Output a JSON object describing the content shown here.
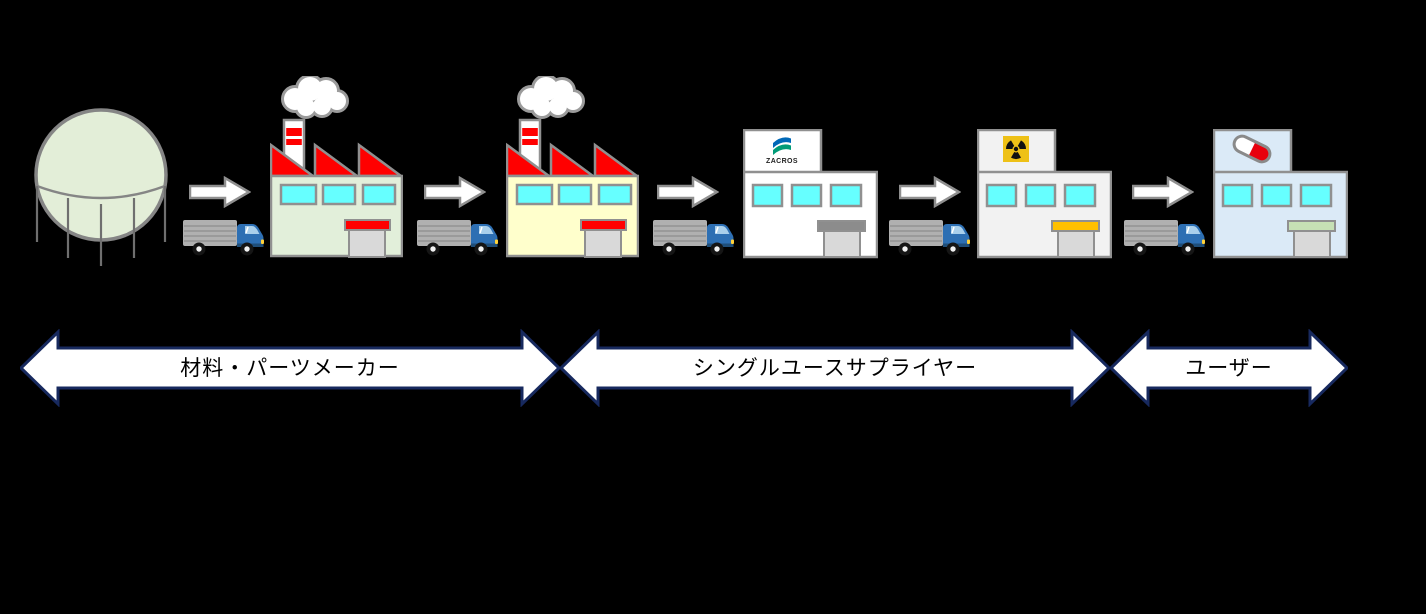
{
  "nodes": [
    {
      "id": "raw-material-tank",
      "icon": "spherical-tank-icon",
      "body_color": "#e3eed8"
    },
    {
      "id": "material-factory",
      "icon": "factory-icon",
      "body_color": "#e2efda"
    },
    {
      "id": "parts-factory",
      "icon": "factory-icon",
      "body_color": "#ffffcc"
    },
    {
      "id": "zacros-plant",
      "icon": "zacros-building-icon",
      "logo_text": "ZACROS",
      "logo_blue": "#0068b7",
      "logo_green": "#009b77",
      "body_color": "#ffffff",
      "awning_color": "#8c8c8c"
    },
    {
      "id": "sterilization-plant",
      "icon": "radiation-building-icon",
      "body_color": "#f2f2f2",
      "awning_color": "#ffc000",
      "symbol_bg": "#eec117"
    },
    {
      "id": "user-facility",
      "icon": "capsule-building-icon",
      "body_color": "#dbeaf7",
      "awning_color": "#c6e0b4"
    }
  ],
  "connectors": {
    "arrow_icon": "flow-arrow-icon",
    "truck_icon": "delivery-truck-icon",
    "count": 5
  },
  "spans": [
    {
      "label": "材料・パーツメーカー"
    },
    {
      "label": "シングルユースサプライヤー"
    },
    {
      "label": "ユーザー"
    }
  ],
  "colors": {
    "background": "#000000",
    "outline": "#909090",
    "window": "#66ffff",
    "roof": "#ff0000",
    "door": "#d9d9d9",
    "chimney_stripe": "#ff0000",
    "truck_cab": "#2d6fb3",
    "truck_cargo": "#b0b0b0",
    "span_arrow_border": "#17295e",
    "span_arrow_fill": "#ffffff",
    "capsule_red": "#e8000d",
    "radiation_trefoil": "#111111"
  }
}
